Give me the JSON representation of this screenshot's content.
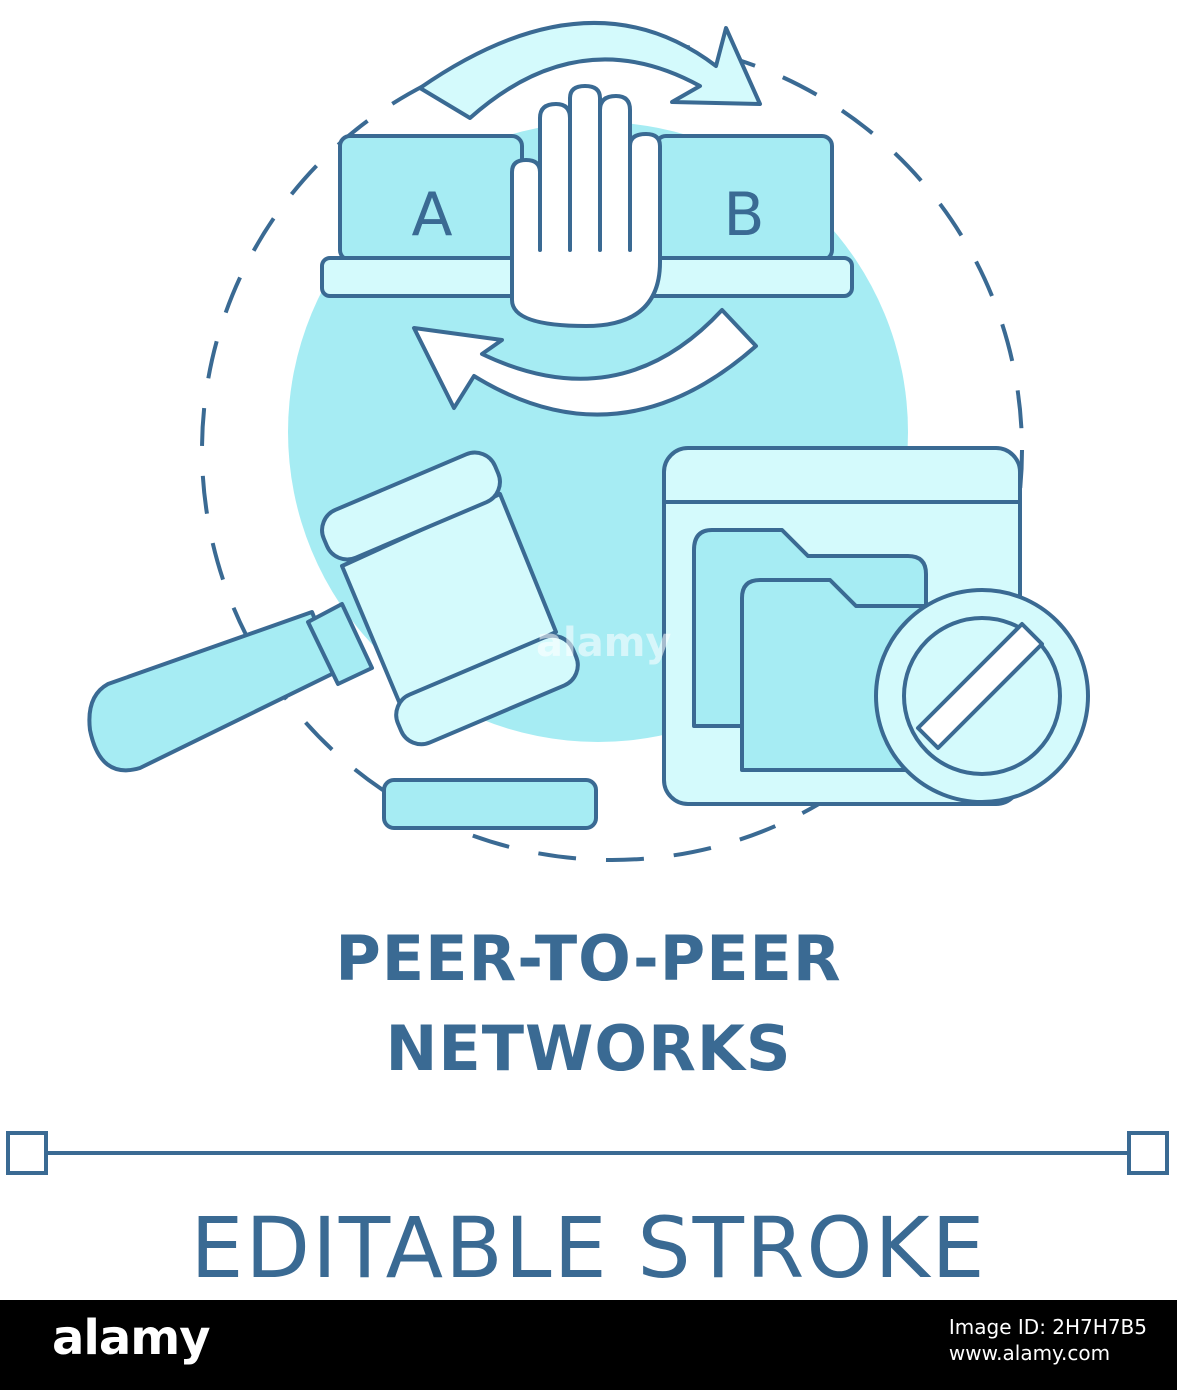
{
  "illustration": {
    "letter_a": "A",
    "letter_b": "B",
    "stroke_color": "#3a6a93",
    "fill_light": "#d4fafc",
    "fill_circle": "#a6ecf3",
    "icons": [
      "rotate-arrows-icon",
      "hand-stop-icon",
      "gavel-icon",
      "folders-icon",
      "prohibited-icon"
    ]
  },
  "title": {
    "line1": "PEER-TO-PEER",
    "line2": "NETWORKS"
  },
  "editable": {
    "label": "EDITABLE STROKE"
  },
  "watermark": {
    "text": "alamy"
  },
  "banner": {
    "logo": "alamy",
    "image_id_label": "Image ID: 2H7H7B5",
    "site": "www.alamy.com"
  }
}
